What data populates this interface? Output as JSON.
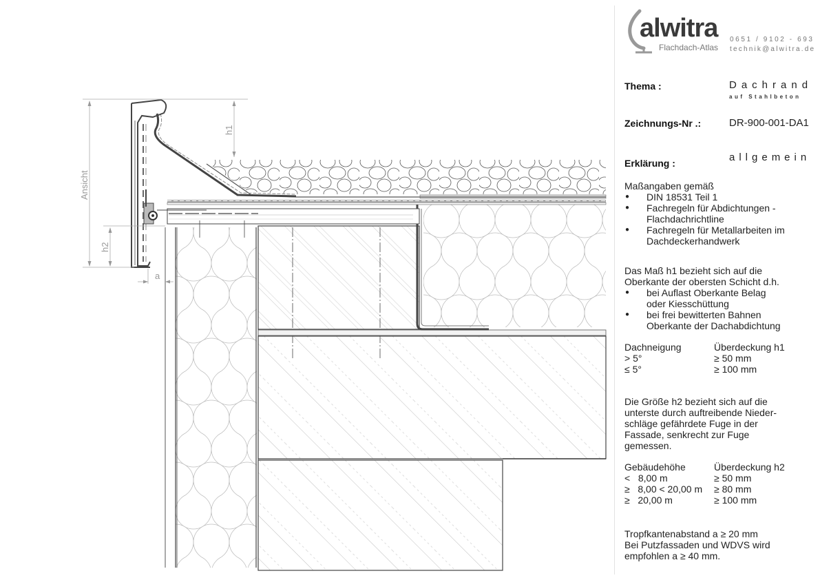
{
  "header": {
    "logo_text": "alwitra",
    "logo_subtitle": "Flachdach-Atlas",
    "phone": "0651 / 9102 - 693",
    "email": "technik@alwitra.de",
    "brand_color": "#3a3a3a"
  },
  "meta": {
    "thema_label": "Thema :",
    "thema_value": "Dachrand",
    "thema_subvalue": "auf Stahlbeton",
    "drawing_no_label": "Zeichnungs-Nr .:",
    "drawing_no_value": "DR-900-001-DA1",
    "explanation_label": "Erklärung :",
    "explanation_value": "allgemein"
  },
  "explanation": {
    "dimensions_intro": "Maßangaben gemäß",
    "dimensions_sources": [
      "DIN 18531 Teil 1",
      "Fachregeln für Abdichtungen - Flachdachrichtline",
      "Fachregeln für Metallarbeiten im Dachdeckerhandwerk"
    ],
    "h1_intro": "Das Maß h1 bezieht sich auf die Oberkante der obersten Schicht d.h.",
    "h1_cases": [
      "bei Auflast Oberkante Belag oder Kiesschüttung",
      "bei frei bewitterten Bahnen Oberkante der Dachabdichtung"
    ],
    "h1_table": {
      "headers": [
        "Dachneigung",
        "Überdeckung h1"
      ],
      "rows": [
        [
          "> 5°",
          "≥ 50 mm"
        ],
        [
          "≤ 5°",
          "≥ 100 mm"
        ]
      ]
    },
    "h2_intro": "Die Größe h2 bezieht sich auf die unterste durch auftreibende Nieder-schläge gefährdete Fuge in der Fassade, senkrecht zur Fuge gemessen.",
    "h2_table": {
      "headers": [
        "Gebäudehöhe",
        "Überdeckung h2"
      ],
      "rows": [
        [
          "<   8,00 m",
          "≥ 50 mm"
        ],
        [
          "≥   8,00 < 20,00 m",
          "≥ 80 mm"
        ],
        [
          "≥   20,00 m",
          "≥ 100 mm"
        ]
      ]
    },
    "drip_edge_line1": "Tropfkantenabstand a ≥ 20 mm",
    "drip_edge_line2": "Bei Putzfassaden und WDVS wird",
    "drip_edge_line3": "empfohlen a ≥ 40 mm."
  },
  "drawing": {
    "dim_labels": {
      "ansicht": "Ansicht",
      "h1": "h1",
      "h2": "h2",
      "a": "a"
    },
    "line_color": "#3c3c3c",
    "hatch_color": "#b8b8b8"
  }
}
